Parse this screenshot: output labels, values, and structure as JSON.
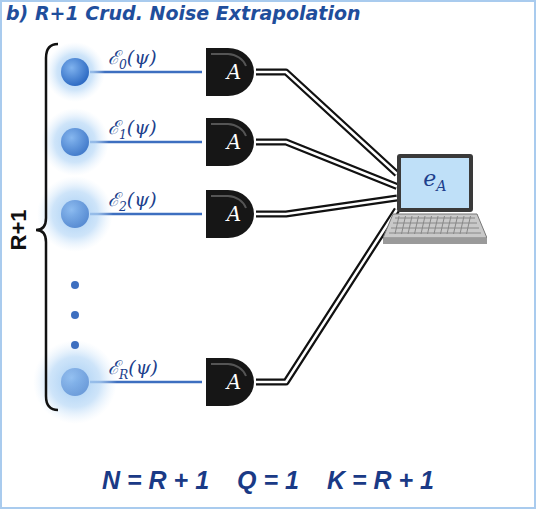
{
  "diagram": {
    "title": "b) R+1 Crud. Noise Extrapolation",
    "nodes": [
      {
        "text": [
          "A"
        ]
      },
      {
        "text": [
          "A"
        ]
      },
      {
        "text": [
          "A"
        ]
      },
      {
        "text": [
          "A"
        ]
      },
      {
        "text": [
          "eA"
        ]
      }
    ],
    "edges": [
      {
        "from": 0,
        "to": 4,
        "arrow": "none"
      },
      {
        "from": 1,
        "to": 4,
        "arrow": "none"
      },
      {
        "from": 2,
        "to": 4,
        "arrow": "none"
      },
      {
        "from": 3,
        "to": 4,
        "arrow": "none"
      }
    ],
    "labels": [
      "ℰ0(ψ)",
      "ℰ1(ψ)",
      "ℰ2(ψ)",
      "ℰR(ψ)",
      "R+1",
      "N = R + 1",
      "Q = 1",
      "K = R + 1"
    ]
  }
}
